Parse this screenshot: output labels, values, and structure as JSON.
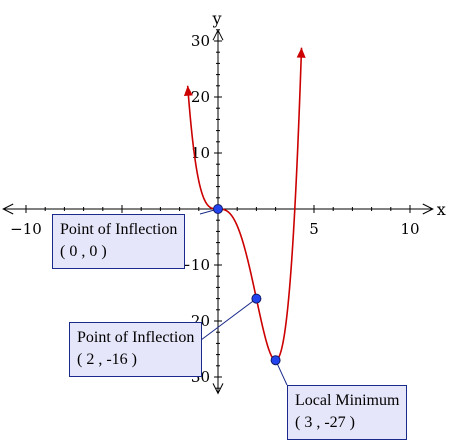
{
  "chart_data": {
    "type": "line",
    "function": "x^4 - 4x^3",
    "xlabel": "x",
    "ylabel": "y",
    "xlim": [
      -11.5,
      11.5
    ],
    "ylim": [
      -34,
      33
    ],
    "x_ticks": [
      -10,
      5,
      10
    ],
    "x_tick_labels": [
      "−10",
      "5",
      "10"
    ],
    "y_ticks": [
      30,
      20,
      10,
      -10,
      -20,
      -30
    ],
    "y_tick_labels": [
      "30",
      "20",
      "10",
      "−10",
      "20",
      "30"
    ],
    "series": [
      {
        "x_range": [
          -1.58,
          4.35
        ]
      }
    ],
    "points": [
      {
        "x": 0,
        "y": 0,
        "label": "Point of Inflection",
        "coords": "( 0 , 0 )"
      },
      {
        "x": 2,
        "y": -16,
        "label": "Point of Inflection",
        "coords": "( 2 , -16 )"
      },
      {
        "x": 3,
        "y": -27,
        "label": "Local Minimum",
        "coords": "( 3 , -27 )"
      }
    ],
    "colors": {
      "curve": "#cc0000",
      "point": "#2244ee",
      "callout_bg": "#e6e6fa",
      "callout_border": "#1a2a8a"
    }
  }
}
